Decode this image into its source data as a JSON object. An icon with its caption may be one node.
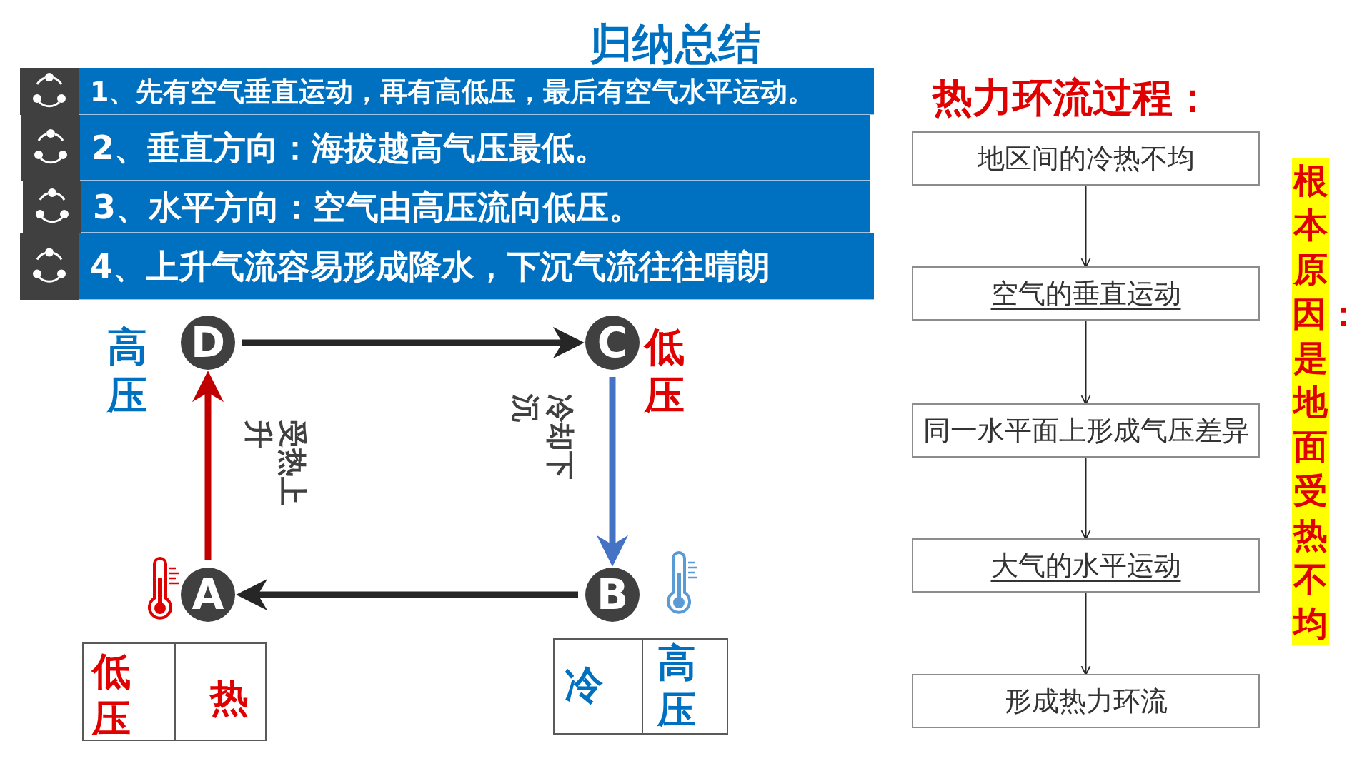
{
  "diagram": {
    "title": "归纳总结",
    "nodes": [
      {
        "text": [
          "1、先有空气垂直运动，再有高低压，最后有空气水平运动。"
        ]
      },
      {
        "text": [
          "2、垂直方向：海拔越高气压最低。"
        ]
      },
      {
        "text": [
          "3、水平方向：空气由高压流向低压。"
        ]
      },
      {
        "text": [
          "4、上升气流容易形成降水，下沉气流往往晴朗"
        ]
      },
      {
        "text": [
          "D"
        ],
        "beside": [
          "高压"
        ]
      },
      {
        "text": [
          "C"
        ],
        "beside": [
          "低压"
        ]
      },
      {
        "text": [
          "A"
        ]
      },
      {
        "text": [
          "B"
        ]
      },
      {
        "text": [
          "地区间的冷热不均"
        ]
      },
      {
        "text": [
          "空气的垂直运动"
        ]
      },
      {
        "text": [
          "同一水平面上形成气压差异"
        ]
      },
      {
        "text": [
          "大气的水平运动"
        ]
      },
      {
        "text": [
          "形成热力环流"
        ]
      }
    ],
    "edges": [
      {
        "from": 4,
        "to": 5,
        "arrow": "to",
        "style": "thick"
      },
      {
        "from": 6,
        "to": 4,
        "arrow": "to",
        "style": "thick",
        "color": "#c00000",
        "label": "受热上升"
      },
      {
        "from": 5,
        "to": 7,
        "arrow": "to",
        "style": "thick",
        "color": "#4472c4",
        "label": "冷却下沉"
      },
      {
        "from": 7,
        "to": 6,
        "arrow": "to",
        "style": "thick"
      },
      {
        "from": 8,
        "to": 9,
        "arrow": "to"
      },
      {
        "from": 9,
        "to": 10,
        "arrow": "to"
      },
      {
        "from": 10,
        "to": 11,
        "arrow": "to"
      },
      {
        "from": 11,
        "to": 12,
        "arrow": "to"
      }
    ],
    "labels": [
      "热力环流过程：",
      "低压",
      "热",
      "冷",
      "高压",
      "根本原因：是地面受热不均"
    ]
  }
}
